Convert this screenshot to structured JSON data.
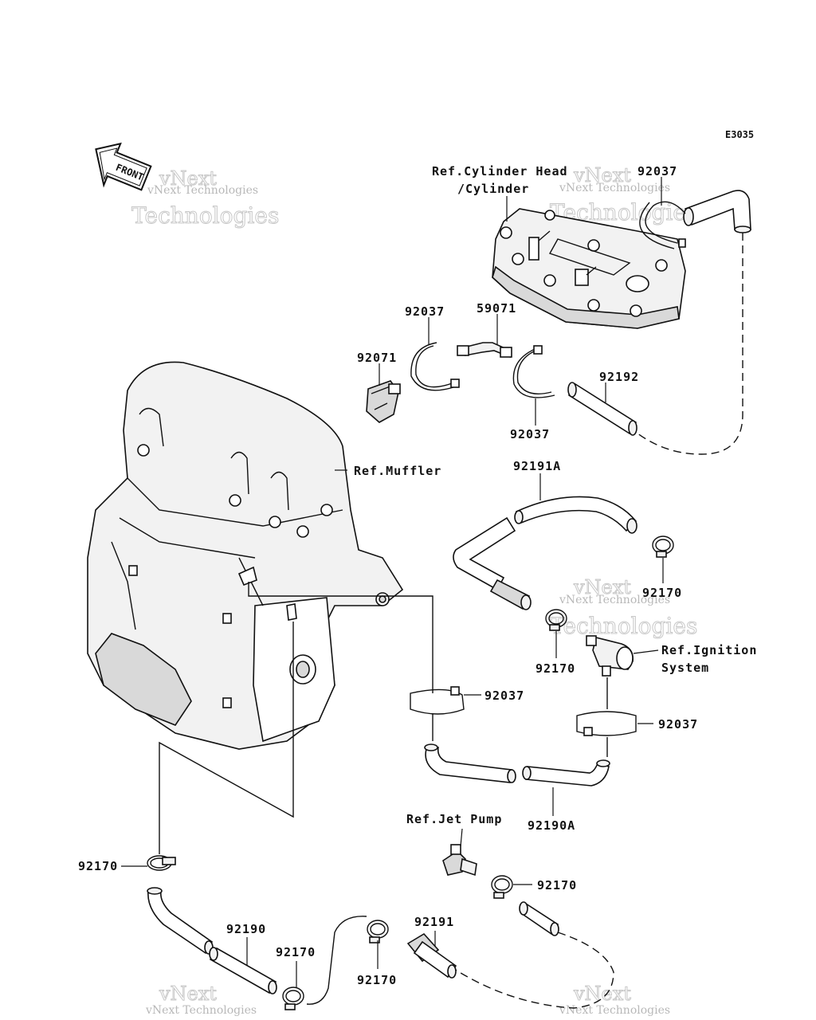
{
  "diagram_code": "E3035",
  "front_arrow": {
    "text": "FRONT",
    "icon": "front-arrow-icon"
  },
  "watermark": {
    "line1": "vNext",
    "line2": "Technologies",
    "small": "vNext Technologies"
  },
  "labels": {
    "ref_cyl_head": "Ref.Cylinder Head",
    "ref_cyl_head_2": "/Cylinder",
    "ref_muffler": "Ref.Muffler",
    "ref_ignition": "Ref.Ignition",
    "ref_ignition_2": "System",
    "ref_jet_pump": "Ref.Jet Pump"
  },
  "parts": {
    "p92037_top": "92037",
    "p92037_a": "92037",
    "p59071": "59071",
    "p92071": "92071",
    "p92037_b": "92037",
    "p92192": "92192",
    "p92191A": "92191A",
    "p92170_a": "92170",
    "p92170_b": "92170",
    "p92037_c": "92037",
    "p92037_d": "92037",
    "p92190A": "92190A",
    "p92170_c": "92170",
    "p92170_d": "92170",
    "p92190": "92190",
    "p92170_e": "92170",
    "p92191": "92191",
    "p92170_f": "92170"
  }
}
